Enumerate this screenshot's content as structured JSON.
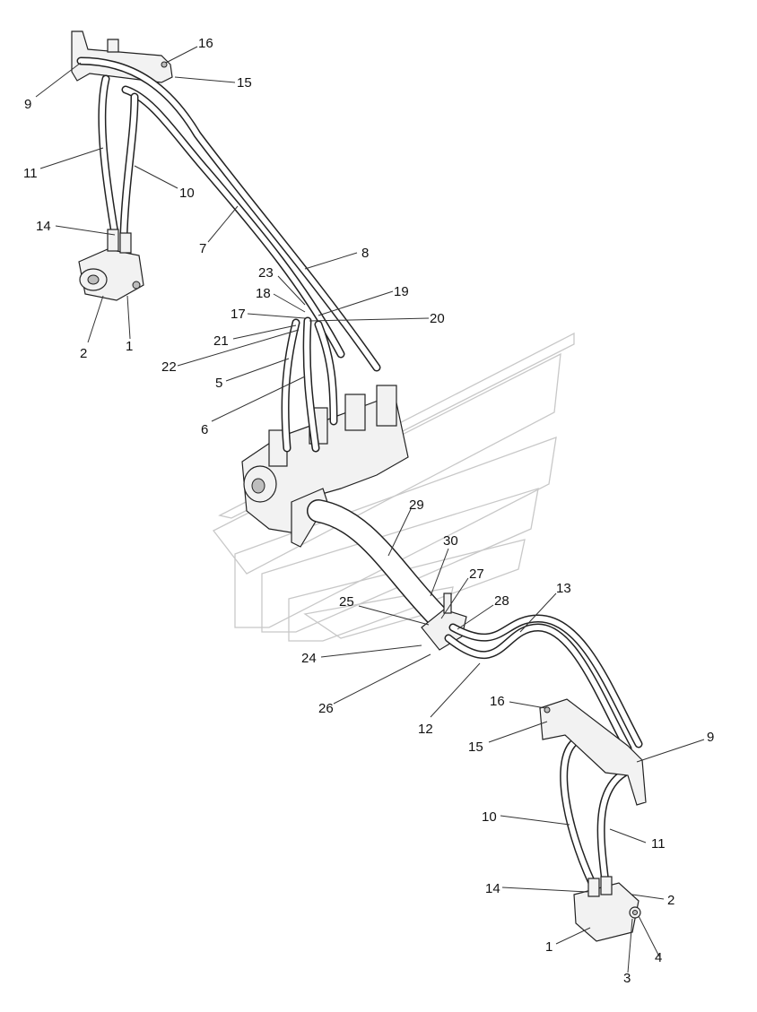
{
  "callouts": [
    {
      "id": "c16a",
      "text": "16"
    },
    {
      "id": "c15a",
      "text": "15"
    },
    {
      "id": "c9a",
      "text": "9"
    },
    {
      "id": "c11a",
      "text": "11"
    },
    {
      "id": "c10a",
      "text": "10"
    },
    {
      "id": "c14a",
      "text": "14"
    },
    {
      "id": "c7",
      "text": "7"
    },
    {
      "id": "c8",
      "text": "8"
    },
    {
      "id": "c2a",
      "text": "2"
    },
    {
      "id": "c1a",
      "text": "1"
    },
    {
      "id": "c23",
      "text": "23"
    },
    {
      "id": "c18",
      "text": "18"
    },
    {
      "id": "c19",
      "text": "19"
    },
    {
      "id": "c17",
      "text": "17"
    },
    {
      "id": "c20",
      "text": "20"
    },
    {
      "id": "c21",
      "text": "21"
    },
    {
      "id": "c22",
      "text": "22"
    },
    {
      "id": "c5",
      "text": "5"
    },
    {
      "id": "c6",
      "text": "6"
    },
    {
      "id": "c29",
      "text": "29"
    },
    {
      "id": "c30",
      "text": "30"
    },
    {
      "id": "c27",
      "text": "27"
    },
    {
      "id": "c25",
      "text": "25"
    },
    {
      "id": "c28",
      "text": "28"
    },
    {
      "id": "c13",
      "text": "13"
    },
    {
      "id": "c24",
      "text": "24"
    },
    {
      "id": "c26",
      "text": "26"
    },
    {
      "id": "c12",
      "text": "12"
    },
    {
      "id": "c16b",
      "text": "16"
    },
    {
      "id": "c15b",
      "text": "15"
    },
    {
      "id": "c9b",
      "text": "9"
    },
    {
      "id": "c10b",
      "text": "10"
    },
    {
      "id": "c11b",
      "text": "11"
    },
    {
      "id": "c14b",
      "text": "14"
    },
    {
      "id": "c2b",
      "text": "2"
    },
    {
      "id": "c1b",
      "text": "1"
    },
    {
      "id": "c4",
      "text": "4"
    },
    {
      "id": "c3",
      "text": "3"
    }
  ],
  "colors": {
    "line": "#222222",
    "watermark": "#c8c8c8",
    "background": "#ffffff"
  }
}
